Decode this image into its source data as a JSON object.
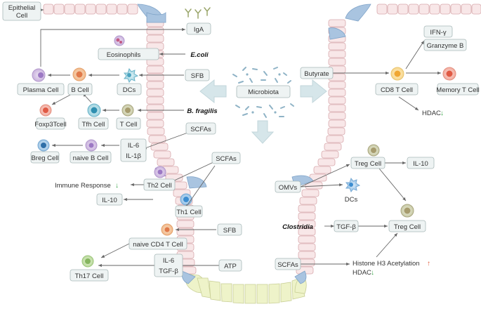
{
  "labels": {
    "epithelial": [
      "Epithelial",
      "Cell"
    ],
    "iga": "IgA",
    "eosinophils": "Eosinophils",
    "ecoli": "E.coli",
    "sfb_top": "SFB",
    "plasma": "Plasma  Cell",
    "bcell": "B Cell",
    "dcs_left": "DCs",
    "microbiota": "Microbiota",
    "bfragilis": "B. fragilis",
    "foxp3": "Foxp3Tcell",
    "tfh": "Tfh Cell",
    "tcell": "T Cell",
    "scfas_1": "SCFAs",
    "il6_1": "IL-6",
    "il1b": "IL-1β",
    "breg": "Breg Cell",
    "naiveb": "naive B Cell",
    "scfas_2": "SCFAs",
    "immune_response": "Immune Response",
    "down_arrow_glyph": "↓",
    "up_arrow_glyph": "↑",
    "th2": "Th2 Cell",
    "il10_left": "IL-10",
    "th1": "Th1 Cell",
    "sfb_mid": "SFB",
    "naivecd4": "naive  CD4 T Cell",
    "il6_2": "IL-6",
    "tgfb_left": "TGF-β",
    "atp": "ATP",
    "th17": "Th17 Cell",
    "butyrate": "Butyrate",
    "ifng": "IFN-γ",
    "granzyme": "Granzyme B",
    "cd8": "CD8 T Cell",
    "memoryt": "Memory T Cell",
    "hdac_top": "HDAC",
    "treg_top": "Treg Cell",
    "il10_right": "IL-10",
    "omvs": "OMVs",
    "dcs_right": "DCs",
    "clostridia": "Clostridia",
    "tgfb_right": "TGF-β",
    "treg_bottom": "Treg Cell",
    "scfas_right": "SCFAs",
    "histone": "Histone H3 Acetylation",
    "hdac_bottom": "HDAC"
  },
  "colors": {
    "epithelium_fill": "#f8e7e8",
    "epithelium_stroke": "#d8a9ad",
    "goblet_blue": "#a9c4e0",
    "crypt_base": "#eef3c9",
    "box_fill": "#eef3f3",
    "arrow": "#666666",
    "big_arrow": "#d6e6ea",
    "down_green": "#3aa54a",
    "up_red": "#e05a3a"
  }
}
